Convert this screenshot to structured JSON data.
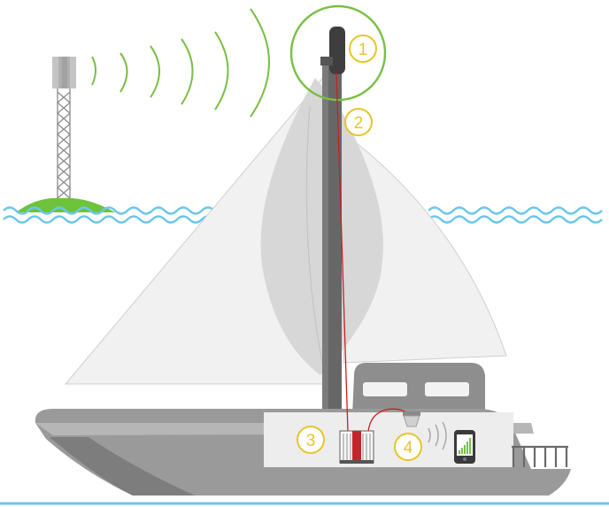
{
  "callouts": [
    {
      "label": "1",
      "target": "antenna"
    },
    {
      "label": "2",
      "target": "cable"
    },
    {
      "label": "3",
      "target": "amplifier"
    },
    {
      "label": "4",
      "target": "indoor-antenna"
    }
  ],
  "colors": {
    "signal_green": "#79bf45",
    "island_green": "#6fc33a",
    "water_blue": "#6cc6ea",
    "hull_gray": "#9a9a9a",
    "sail_gray": "#d8d8d8",
    "sail_light": "#f1f1f1",
    "callout_yellow": "#e6c52a",
    "cable_red": "#c8201e"
  },
  "icons": {
    "tower": "cell-tower-icon",
    "phone": "smartphone-icon",
    "booster": "amplifier-icon"
  }
}
